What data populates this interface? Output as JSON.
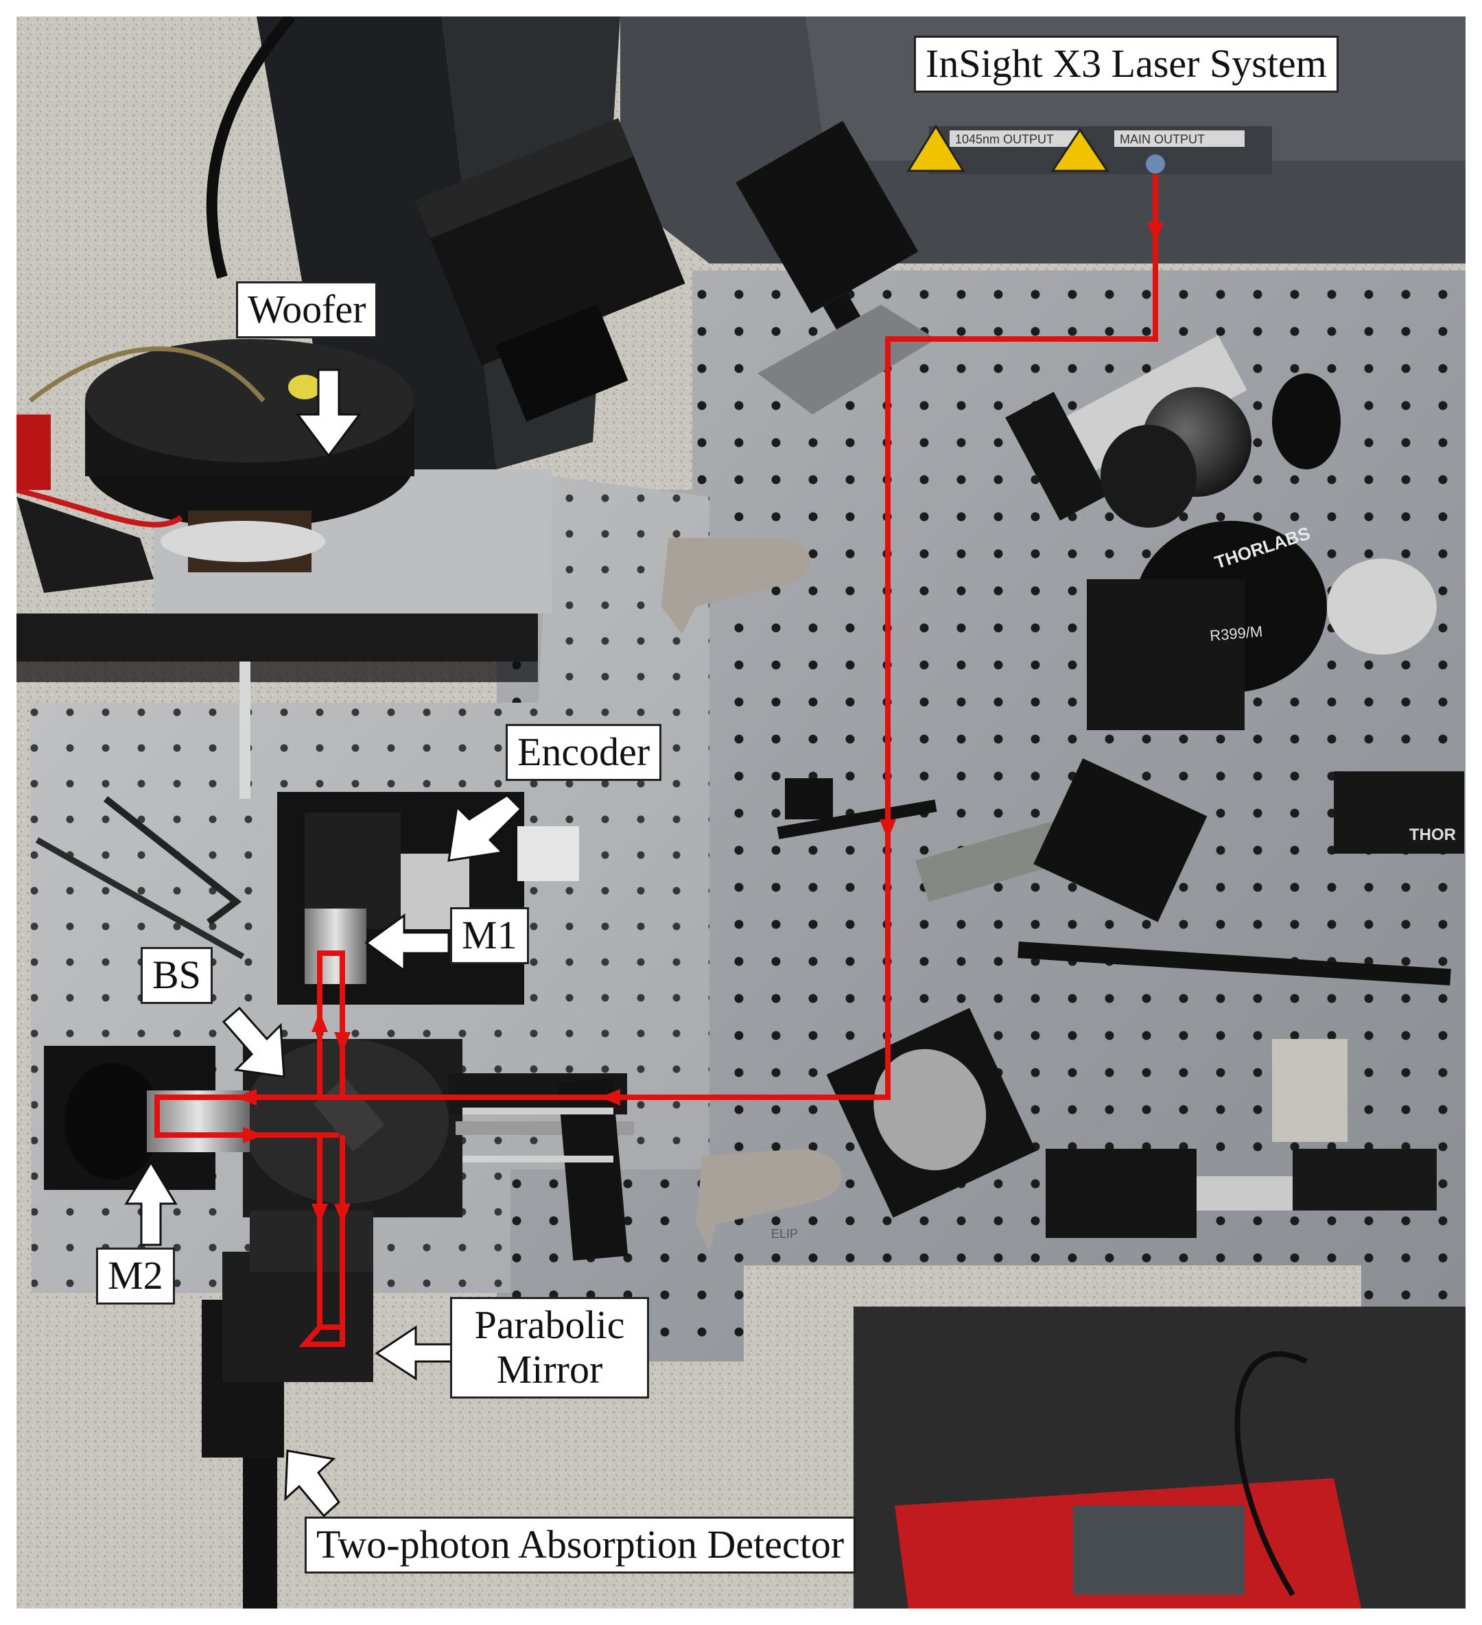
{
  "figure": {
    "description_labels": {
      "laser": "InSight X3 Laser System",
      "woofer": "Woofer",
      "encoder": "Encoder",
      "m1": "M1",
      "bs": "BS",
      "m2": "M2",
      "parabolic_line1": "Parabolic",
      "parabolic_line2": "Mirror",
      "detector": "Two-photon Absorption Detector"
    },
    "panel_text": {
      "output_1": "1045nm OUTPUT",
      "output_2": "MAIN OUTPUT",
      "thorlabs_1": "THORLABS",
      "thorlabs_2": "THOR",
      "part_no": "R399/M",
      "bracket_text": "ELIP"
    },
    "colors": {
      "beam": "#e31010",
      "table": "#9ea1a5",
      "floor": "#c9c6bf",
      "hardware": "#141414",
      "label_border": "#222222"
    }
  }
}
